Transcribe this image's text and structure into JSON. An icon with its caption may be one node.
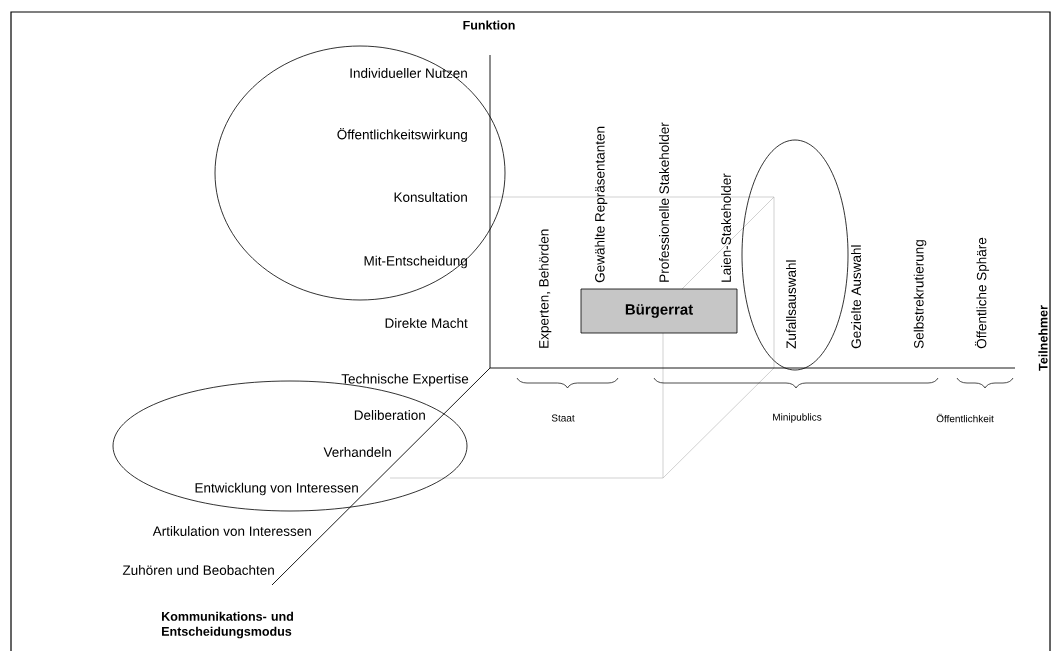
{
  "diagram": {
    "nodes": [
      {
        "text": [
          "Bürgerrat"
        ]
      }
    ],
    "labels": [
      "Funktion",
      "Individueller Nutzen",
      "Öffentlichkeitswirkung",
      "Konsultation",
      "Mit-Entscheidung",
      "Direkte Macht",
      "Technische Expertise",
      "Deliberation",
      "Verhandeln",
      "Entwicklung von Interessen",
      "Artikulation von Interessen",
      "Zuhören und Beobachten",
      "Kommunikations- und Entscheidungsmodus",
      "Experten, Behörden",
      "Gewählte Repräsentanten",
      "Professionelle Stakeholder",
      "Laien-Stakeholder",
      "Zufallsauswahl",
      "Gezielte Auswahl",
      "Selbstrekrutierung",
      "Öffentliche Sphäre",
      "Teilnehmer",
      "Staat",
      "Minipublics",
      "Öffentlichkeit"
    ]
  }
}
